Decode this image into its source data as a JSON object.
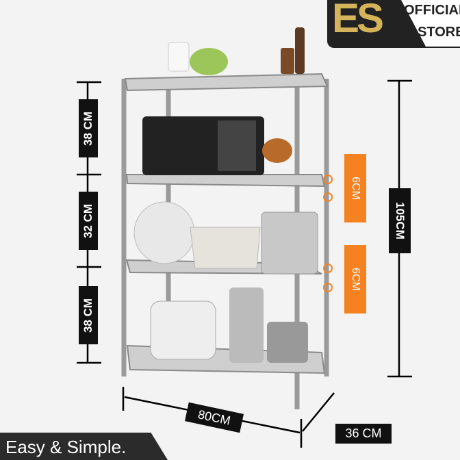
{
  "logo": {
    "mark": "ES",
    "line1": "OFFICIAL",
    "line2": "STORE"
  },
  "dimensions": {
    "shelf_gaps": [
      "38 CM",
      "32 CM",
      "38 CM"
    ],
    "height": "105CM",
    "adjust_steps": [
      "6CM",
      "6CM"
    ],
    "width": "80CM",
    "depth": "36 CM"
  },
  "banner": "Easy & Simple.",
  "colors": {
    "accent": "#f58220",
    "gold": "#d4b35a",
    "dark": "#111111"
  }
}
